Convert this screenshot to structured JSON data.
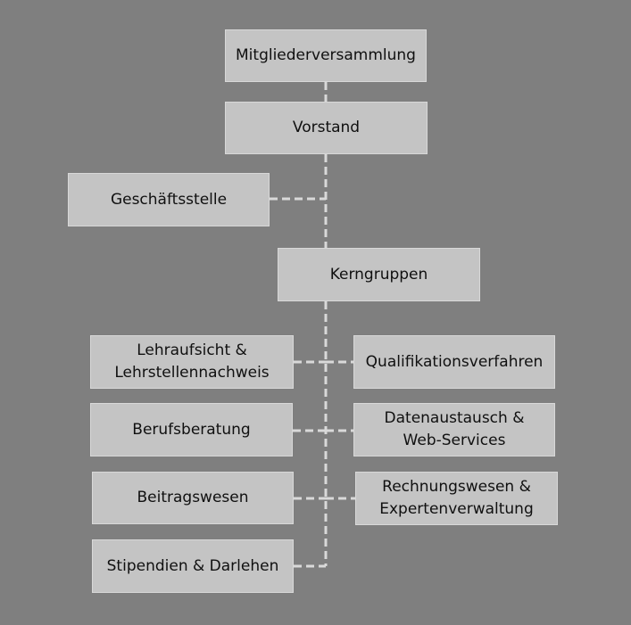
{
  "chart": {
    "nodes": {
      "mitgliederversammlung": "Mitgliederversammlung",
      "vorstand": "Vorstand",
      "geschaeftsstelle": "Geschäftsstelle",
      "kerngruppen": "Kerngruppen",
      "lehraufsicht": "Lehraufsicht &\nLehrstellennachweis",
      "berufsberatung": "Berufsberatung",
      "beitragswesen": "Beitragswesen",
      "stipendien": "Stipendien & Darlehen",
      "qualifikationsverfahren": "Qualifikationsverfahren",
      "datenaustausch": "Datenaustausch &\nWeb-Services",
      "rechnungswesen": "Rechnungswesen &\nExpertenverwaltung"
    }
  }
}
